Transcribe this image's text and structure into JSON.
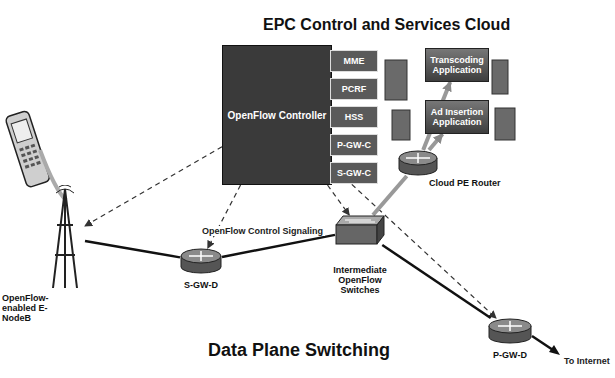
{
  "diagram": {
    "nodes": [
      {
        "text": [
          "EPC Control and Services Cloud"
        ]
      },
      {
        "text": [
          "OpenFlow Controller"
        ],
        "in": 0
      },
      {
        "text": [
          "MME"
        ],
        "in": 0
      },
      {
        "text": [
          "PCRF"
        ],
        "in": 0
      },
      {
        "text": [
          "HSS"
        ],
        "in": 0
      },
      {
        "text": [
          "P-GW-C"
        ],
        "in": 0
      },
      {
        "text": [
          "S-GW-C"
        ],
        "in": 0
      },
      {
        "text": [
          "Transcoding Application"
        ],
        "in": 0
      },
      {
        "text": [
          "Ad Insertion Application"
        ],
        "in": 0
      },
      {
        "text": [
          "Cloud PE Router"
        ],
        "in": 0
      },
      {
        "text": [
          "Data Plane Switching"
        ]
      },
      {
        "text": [
          "OpenFlow-enabled E-NodeB"
        ],
        "in": 10
      },
      {
        "text": [
          "S-GW-D"
        ],
        "in": 10
      },
      {
        "text": [
          "Intermediate OpenFlow Switches"
        ],
        "in": 10
      },
      {
        "text": [
          "P-GW-D"
        ],
        "in": 10
      }
    ],
    "edges": [
      {
        "from": 1,
        "to": 11,
        "arrow": "to"
      },
      {
        "from": 1,
        "to": 12,
        "arrow": "to"
      },
      {
        "from": 1,
        "to": 13,
        "arrow": "to"
      },
      {
        "from": 1,
        "to": 14,
        "arrow": "to"
      },
      {
        "from": 11,
        "to": 12,
        "arrow": "none"
      },
      {
        "from": 12,
        "to": 13,
        "arrow": "none"
      },
      {
        "from": 13,
        "to": 14,
        "arrow": "none"
      },
      {
        "from": 13,
        "to": 9,
        "arrow": "none"
      },
      {
        "from": 9,
        "to": 7,
        "arrow": "to"
      },
      {
        "from": 9,
        "to": 8,
        "arrow": "to"
      }
    ],
    "labels": [
      "OpenFlow Control Signaling",
      "To Internet"
    ]
  }
}
